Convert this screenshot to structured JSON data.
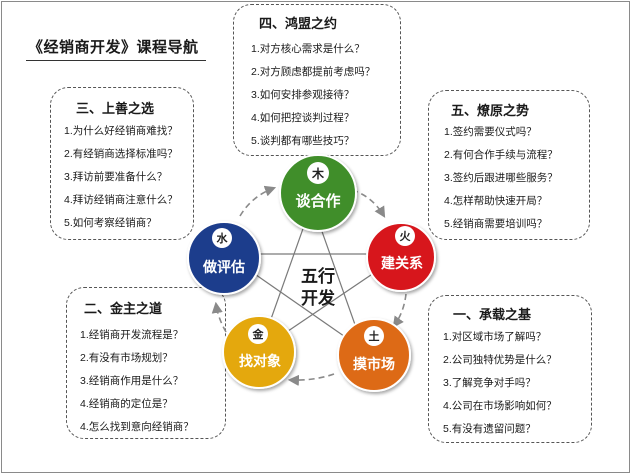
{
  "title": "《经销商开发》课程导航",
  "center_label": [
    "五行",
    "开发"
  ],
  "colors": {
    "wood": "#3f8e2c",
    "fire": "#d7141a",
    "earth": "#dd6a17",
    "metal": "#e4a80a",
    "water": "#1e3c8c",
    "arrow": "#8a8a8a"
  },
  "nodes": [
    {
      "element": "木",
      "action": "谈合作",
      "color": "#3f8e2c"
    },
    {
      "element": "火",
      "action": "建关系",
      "color": "#d7141a"
    },
    {
      "element": "土",
      "action": "摸市场",
      "color": "#dd6a17"
    },
    {
      "element": "金",
      "action": "找对象",
      "color": "#e4a80a"
    },
    {
      "element": "水",
      "action": "做评估",
      "color": "#1e3c8c"
    }
  ],
  "boxes": [
    {
      "title": "四、鸿盟之约",
      "items": [
        "1.对方核心需求是什么？",
        "2.对方顾虑都提前考虑吗？",
        "3.如何安排参观接待？",
        "4.如何把控谈判过程？",
        "5.谈判都有哪些技巧？"
      ]
    },
    {
      "title": "五、燎原之势",
      "items": [
        "1.签约需要仪式吗？",
        "2.有何合作手续与流程？",
        "3.签约后跟进哪些服务？",
        "4.怎样帮助快速开局？",
        "5.经销商需要培训吗？"
      ]
    },
    {
      "title": "一、承载之基",
      "items": [
        "1.对区域市场了解吗？",
        "2.公司独特优势是什么？",
        "3.了解竞争对手吗？",
        "4.公司在市场影响如何？",
        "5.有没有遗留问题？"
      ]
    },
    {
      "title": "二、金主之道",
      "items": [
        "1.经销商开发流程是？",
        "2.有没有市场规划？",
        "3.经销商作用是什么？",
        "4.经销商的定位是？",
        "4.怎么找到意向经销商？"
      ]
    },
    {
      "title": "三、上善之选",
      "items": [
        "1.为什么好经销商难找？",
        "2.有经销商选择标准吗？",
        "3.拜访前要准备什么？",
        "4.拜访经销商注意什么？",
        "5.如何考察经销商？"
      ]
    }
  ]
}
